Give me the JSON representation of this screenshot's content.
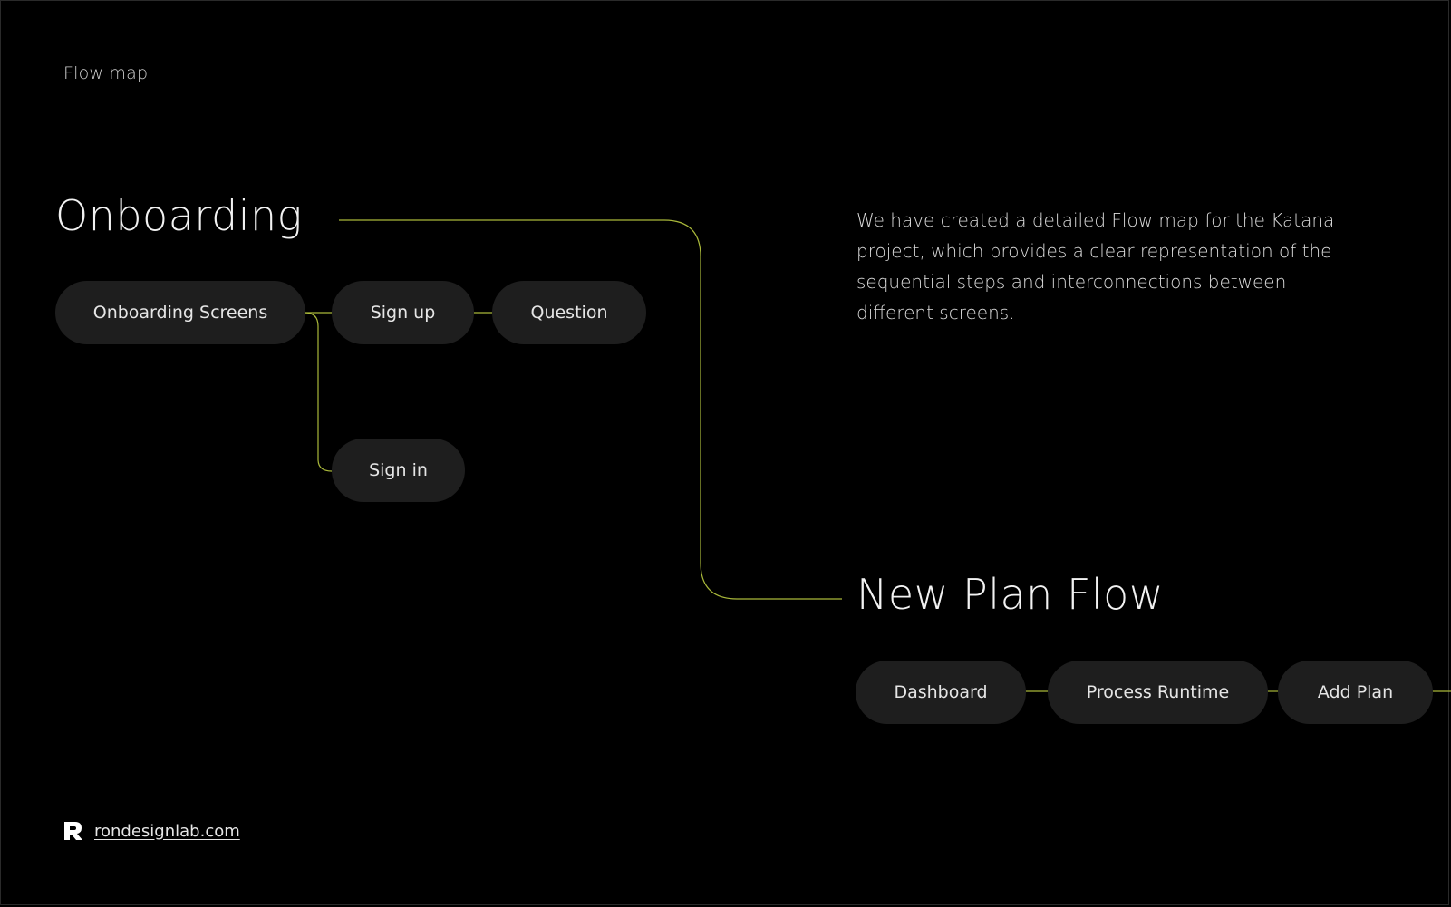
{
  "header": {
    "label": "Flow map"
  },
  "sections": {
    "onboarding": {
      "title": "Onboarding",
      "nodes": {
        "onboarding_screens": "Onboarding Screens",
        "sign_up": "Sign up",
        "question": "Question",
        "sign_in": "Sign in"
      }
    },
    "new_plan_flow": {
      "title": "New Plan Flow",
      "nodes": {
        "dashboard": "Dashboard",
        "process_runtime": "Process Runtime",
        "add_plan": "Add Plan"
      }
    }
  },
  "description": "We have created a detailed Flow map for the Katana project, which provides a clear representation of the sequential steps and interconnections between different screens.",
  "footer": {
    "logo_icon": "r-logo-icon",
    "link": "rondesignlab.com"
  },
  "colors": {
    "background": "#000000",
    "pill": "#1e1e1e",
    "connector": "#a9b83a",
    "text": "#e6e6e6"
  }
}
